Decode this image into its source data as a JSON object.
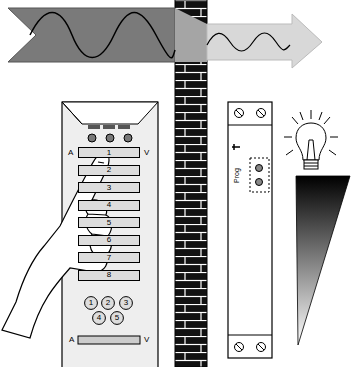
{
  "diagram": {
    "nodes": [
      {
        "text": [
          "1"
        ]
      },
      {
        "text": [
          "2"
        ]
      },
      {
        "text": [
          "3"
        ]
      },
      {
        "text": [
          "4"
        ]
      },
      {
        "text": [
          "5"
        ]
      },
      {
        "text": [
          "6"
        ]
      },
      {
        "text": [
          "7"
        ]
      },
      {
        "text": [
          "8"
        ]
      },
      {
        "text": [
          "1"
        ]
      },
      {
        "text": [
          "2"
        ]
      },
      {
        "text": [
          "3"
        ]
      },
      {
        "text": [
          "4"
        ]
      },
      {
        "text": [
          "5"
        ]
      }
    ],
    "labels": [
      "A",
      "V",
      "A",
      "V",
      "Prog"
    ]
  }
}
